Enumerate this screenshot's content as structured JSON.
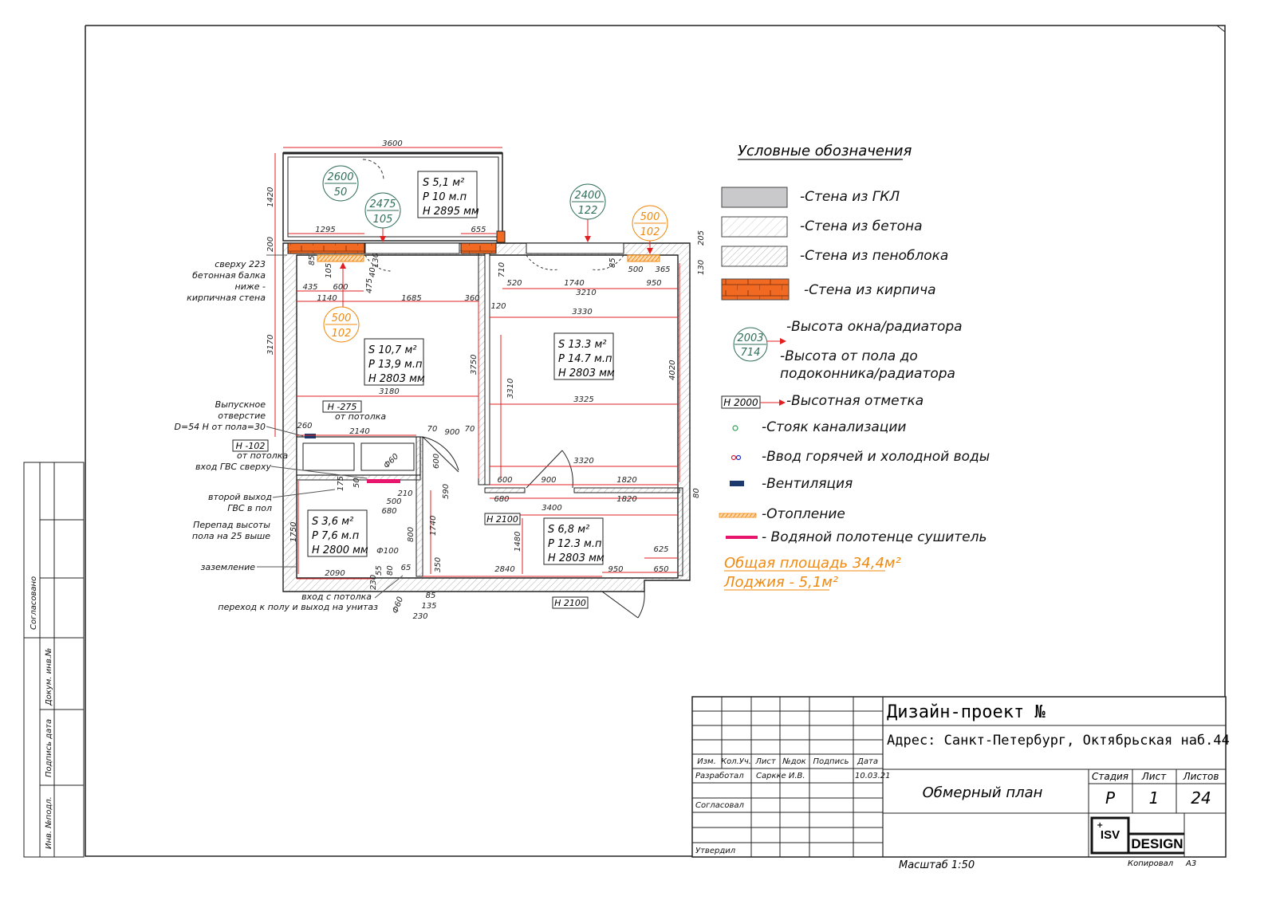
{
  "rooms": [
    {
      "s": "S 5,1 м²",
      "p": "P 10 м.п",
      "h": "H 2895 мм"
    },
    {
      "s": "S 10,7 м²",
      "p": "P 13,9 м.п",
      "h": "H 2803 мм"
    },
    {
      "s": "S 13.3 м²",
      "p": "P 14.7 м.п",
      "h": "H 2803 мм"
    },
    {
      "s": "S 3,6 м²",
      "p": "P 7,6 м.п",
      "h": "H 2800 мм"
    },
    {
      "s": "S 6,8 м²",
      "p": "P 12.3 м.п",
      "h": "H 2803 мм"
    }
  ],
  "markers": [
    {
      "top": "2600",
      "bottom": "50"
    },
    {
      "top": "2475",
      "bottom": "105"
    },
    {
      "top": "2400",
      "bottom": "122"
    },
    {
      "top": "500",
      "bottom": "102"
    },
    {
      "top": "500",
      "bottom": "102"
    },
    {
      "top": "2003",
      "bottom": "714"
    }
  ],
  "elevations": [
    "H -275",
    "H -102",
    "H 2100",
    "H 2100",
    "H 2000"
  ],
  "dimensions": {
    "top": [
      "3600",
      "1295",
      "655",
      "520",
      "1740",
      "3210",
      "950",
      "3330",
      "1140",
      "1685",
      "360",
      "435",
      "600",
      "120",
      "3180",
      "2140",
      "3325",
      "900",
      "70",
      "70",
      "3320",
      "600",
      "900",
      "1820",
      "680",
      "3400",
      "1820",
      "500",
      "680",
      "2090",
      "2840",
      "950",
      "625",
      "650",
      "500",
      "365"
    ],
    "vertical": [
      "1420",
      "200",
      "3170",
      "3750",
      "4020",
      "3310",
      "1750",
      "1740",
      "1480",
      "710",
      "205",
      "130",
      "80",
      "590",
      "600",
      "800",
      "350"
    ],
    "small": [
      "85",
      "105",
      "40",
      "130",
      "475",
      "260",
      "175",
      "50",
      "210",
      "65",
      "55",
      "230",
      "80",
      "85",
      "135",
      "230",
      "85",
      "Ф60",
      "Ф100",
      "Ф60"
    ]
  },
  "annotations": [
    "сверху 223",
    "бетонная балка",
    "ниже -",
    "кирпичная стена",
    "Выпускное",
    "отверстие",
    "D=54 Н от пола=30",
    "от потолка",
    "от потолка",
    "вход ГВС сверху",
    "второй выход",
    "ГВС в пол",
    "Перепад высоты",
    "пола на 25 выше",
    "заземление",
    "вход с потолка",
    "переход к полу и выход на унитаз"
  ],
  "legend": {
    "title": "Условные обозначения",
    "items": [
      "-Стена из ГКЛ",
      "-Стена из бетона",
      "-Стена из пеноблока",
      "-Стена из кирпича",
      "-Высота окна/радиатора",
      "-Высота от пола до",
      "подоконника/радиатора",
      "-Высотная отметка",
      "-Стояк канализации",
      "-Ввод горячей и холодной воды",
      "-Вентиляция",
      "-Отопление",
      "- Водяной полотенце сушитель"
    ],
    "total_area": "Общая площадь 34,4м²",
    "loggia": "Лоджия - 5,1м²"
  },
  "side_stamp": [
    "Согласовано",
    "Докум. инв.№",
    "Подпись дата",
    "Инв. №подл."
  ],
  "title_block": {
    "project": "Дизайн-проект №",
    "address": "Адрес: Санкт-Петербург, Октябрьская наб.44",
    "headers": [
      "Изм.",
      "Кол.Уч.",
      "Лист",
      "№док",
      "Подпись",
      "Дата"
    ],
    "developed_label": "Разработал",
    "developed_name": "Саркке И.В.",
    "date": "10.03.21",
    "agreed_label": "Согласовал",
    "approved_label": "Утвердил",
    "drawing_name": "Обмерный план",
    "stage_label": "Стадия",
    "sheet_label": "Лист",
    "sheets_label": "Листов",
    "stage": "Р",
    "sheet": "1",
    "sheets": "24",
    "logo_left": "ISV",
    "logo_right": "DESIGN",
    "scale": "Масштаб 1:50",
    "copied": "Копировал",
    "format": "А3"
  },
  "colors": {
    "dim_line": "#e02020",
    "brick": "#f26a22",
    "marker_green": "#2f6e5a",
    "marker_orange": "#f08a10",
    "towel": "#e8156c",
    "gkl": "#c9c9cb"
  }
}
